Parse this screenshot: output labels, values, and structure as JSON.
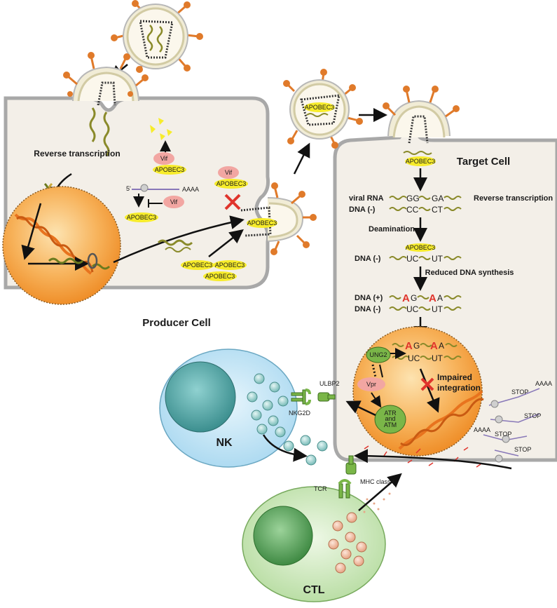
{
  "colors": {
    "cell_fill": "#f3efe8",
    "cell_stroke": "#a8a8a8",
    "nucleus_orange": "#f4a23c",
    "apobec_yellow": "#f7ec2b",
    "vif_pink": "#f2a6a2",
    "nk_blue": "#bfe3f5",
    "ctl_green": "#c8e6b8",
    "receptor_green": "#7ab648",
    "rna_olive": "#8a8a2a",
    "dna_orange": "#e8731e",
    "mutation_red": "#e0342c"
  },
  "labels": {
    "reverse_transcription": "Reverse transcription",
    "producer_cell": "Producer Cell",
    "target_cell": "Target Cell",
    "vif": "Vif",
    "apobec3": "APOBEC3",
    "five_prime": "5'",
    "polyA": "AAAA",
    "viral_rna": "viral RNA",
    "dna_minus": "DNA (-)",
    "dna_plus": "DNA (+)",
    "seq_gg": "GG",
    "seq_ga": "GA",
    "seq_cc": "CC",
    "seq_ct": "CT",
    "seq_uc": "UC",
    "seq_ut": "UT",
    "seq_ag": "G",
    "seq_aa": "A",
    "mutated_base": "A",
    "reverse_transcription_right": "Reverse transcription",
    "deamination": "Deamination",
    "reduced_dna_synthesis": "Reduced DNA synthesis",
    "impaired_integration": "Impaired integration",
    "ung2": "UNG2",
    "vpr": "Vpr",
    "atr": "ATR",
    "and": "and",
    "atm": "ATM",
    "ulbp2": "ULBP2",
    "nkg2d": "NKG2D",
    "nk": "NK",
    "tcr": "TCR",
    "mhc_class_i": "MHC class I",
    "ctl": "CTL",
    "stop": "STOP"
  }
}
